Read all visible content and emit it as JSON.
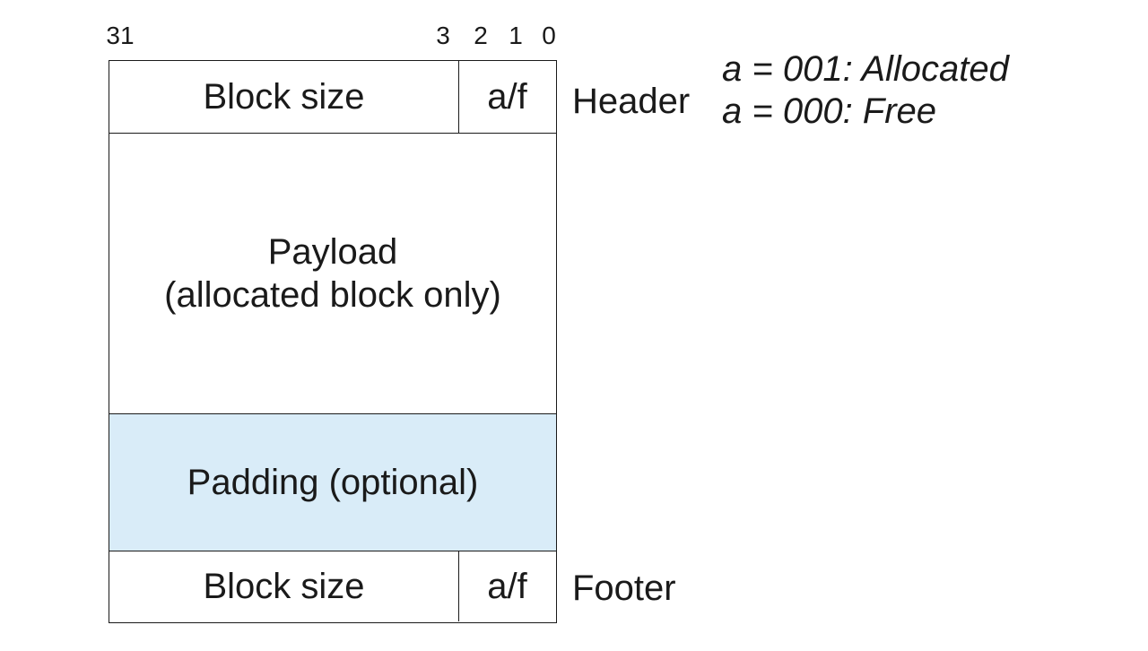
{
  "bit_labels": {
    "b31": "31",
    "b3": "3",
    "b2": "2",
    "b1": "1",
    "b0": "0"
  },
  "header_row": {
    "size_label": "Block size",
    "flag_label": "a/f",
    "side_label": "Header"
  },
  "payload_row": {
    "line1": "Payload",
    "line2": "(allocated block only)"
  },
  "padding_row": {
    "label": "Padding (optional)",
    "fill_color": "#d9ecf8"
  },
  "footer_row": {
    "size_label": "Block size",
    "flag_label": "a/f",
    "side_label": "Footer"
  },
  "legend": {
    "allocated": "a = 001: Allocated",
    "free": "a = 000: Free"
  }
}
